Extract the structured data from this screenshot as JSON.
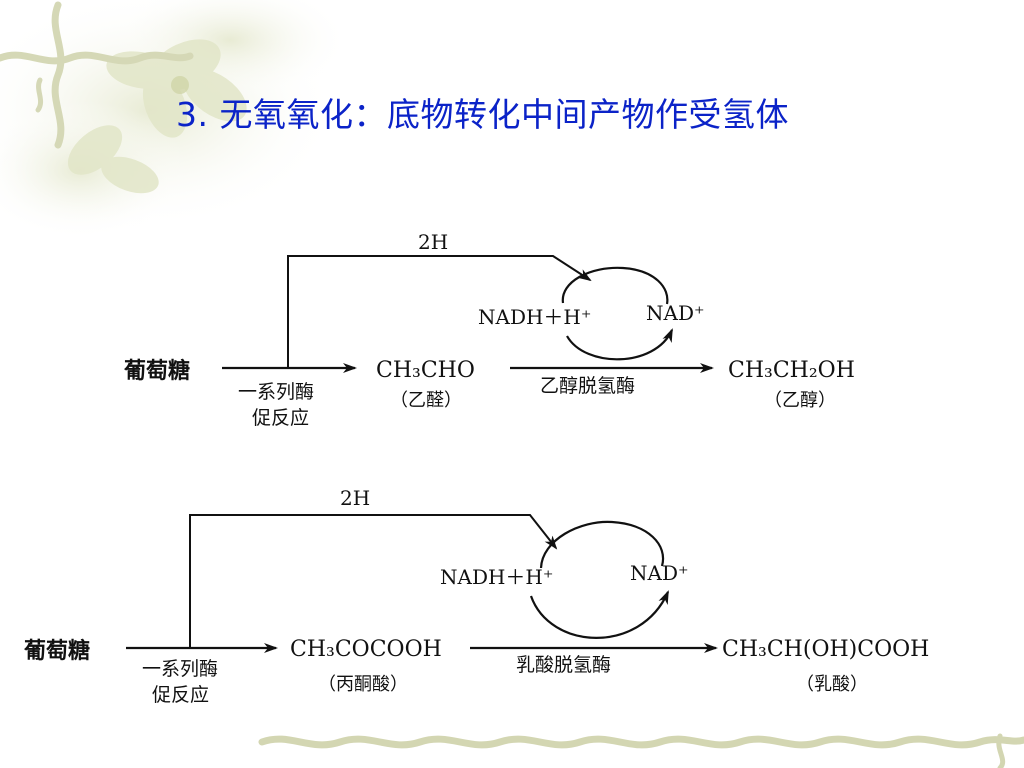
{
  "slide": {
    "title": "3. 无氧氧化：底物转化中间产物作受氢体"
  },
  "colors": {
    "title": "#0b23c8",
    "background": "#ffffff",
    "decoration": "#d9dcc0"
  },
  "pathway1": {
    "start": "葡萄糖",
    "step1_line1": "一系列酶",
    "step1_line2": "促反应",
    "intermediate_formula": "CH₃CHO",
    "intermediate_name": "（乙醛）",
    "enzyme": "乙醇脱氢酶",
    "product_formula": "CH₃CH₂OH",
    "product_name": "（乙醇）",
    "hydrogen": "2H",
    "cofactor_reduced": "NADH＋H⁺",
    "cofactor_oxidized": "NAD⁺"
  },
  "pathway2": {
    "start": "葡萄糖",
    "step1_line1": "一系列酶",
    "step1_line2": "促反应",
    "intermediate_formula": "CH₃COCOOH",
    "intermediate_name": "（丙酮酸）",
    "enzyme": "乳酸脱氢酶",
    "product_formula": "CH₃CH(OH)COOH",
    "product_name": "（乳酸）",
    "hydrogen": "2H",
    "cofactor_reduced": "NADH＋H⁺",
    "cofactor_oxidized": "NAD⁺"
  }
}
